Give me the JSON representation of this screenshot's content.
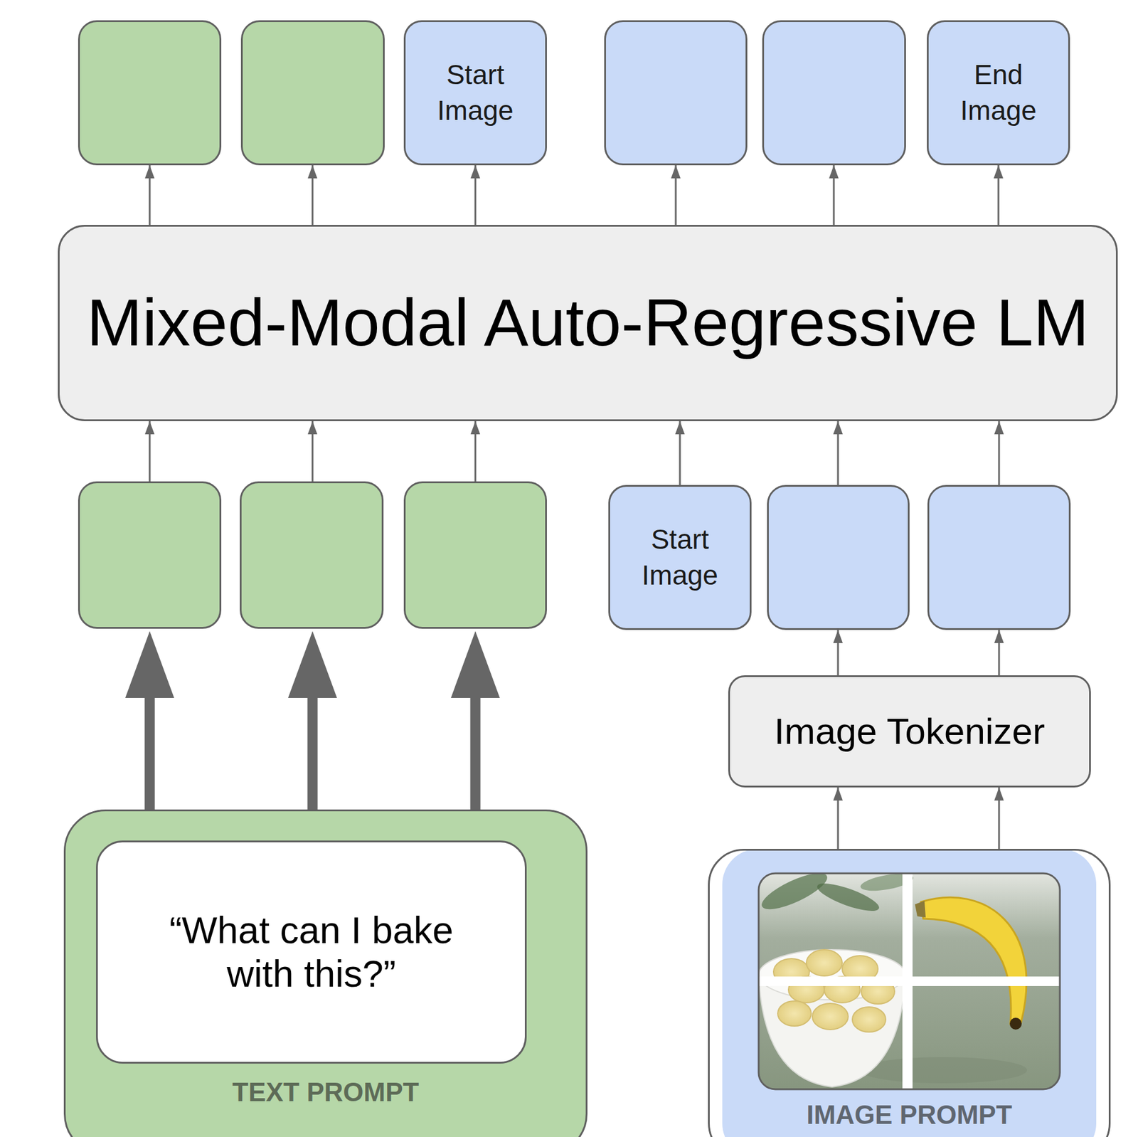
{
  "diagram": {
    "nodes": [
      {
        "text": [
          "Start Image"
        ]
      },
      {
        "text": [
          "End Image"
        ]
      },
      {
        "text": [
          "Mixed-Modal Auto-Regressive LM"
        ]
      },
      {
        "text": [
          "Start Image"
        ]
      },
      {
        "text": [
          "Image Tokenizer"
        ]
      },
      {
        "text": [
          "TEXT PROMPT"
        ]
      },
      {
        "text": [
          "“What can I bake with this?”"
        ],
        "in": 5
      },
      {
        "text": [
          "IMAGE PROMPT"
        ]
      }
    ],
    "edges": [
      {
        "from": 2,
        "to": 0,
        "arrow": "to"
      },
      {
        "from": 2,
        "to": 1,
        "arrow": "to"
      },
      {
        "from": 3,
        "to": 2,
        "arrow": "to"
      },
      {
        "from": 7,
        "to": 4,
        "arrow": "to"
      },
      {
        "from": 7,
        "to": 4,
        "arrow": "to"
      }
    ]
  }
}
